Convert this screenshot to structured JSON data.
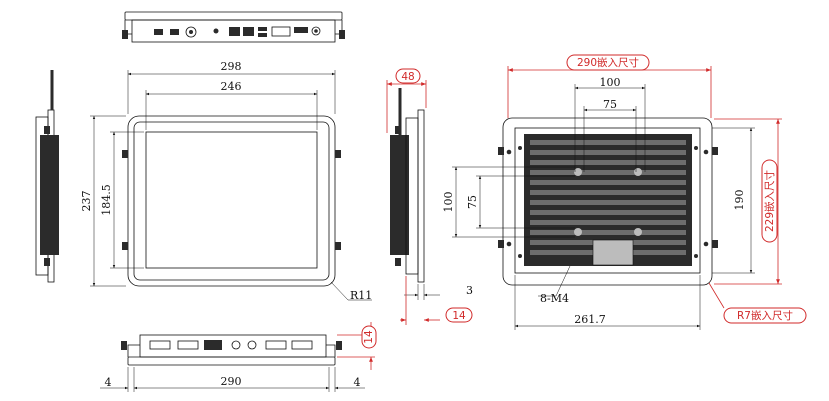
{
  "labels": {
    "front_width": "298",
    "screen_width": "246",
    "front_height": "237",
    "screen_height": "184.5",
    "corner_radius": "R11",
    "side_depth": "48",
    "bezel_thickness": "3",
    "side_bottom": "14",
    "cutout_width": "290嵌入尺寸",
    "vesa_100_h": "100",
    "vesa_75_h": "75",
    "vesa_100_v": "100",
    "vesa_75_v": "75",
    "back_height": "190",
    "cutout_height": "229嵌入尺寸",
    "screws": "8-M4",
    "back_width": "261.7",
    "cutout_radius": "R7嵌入尺寸",
    "bottom_thickness": "14",
    "bottom_left_margin": "4",
    "bottom_width": "290",
    "bottom_right_margin": "4"
  },
  "colors": {
    "line": "#111111",
    "annotation_red": "#d12a2a",
    "dark_fill": "#2b2b2b"
  }
}
